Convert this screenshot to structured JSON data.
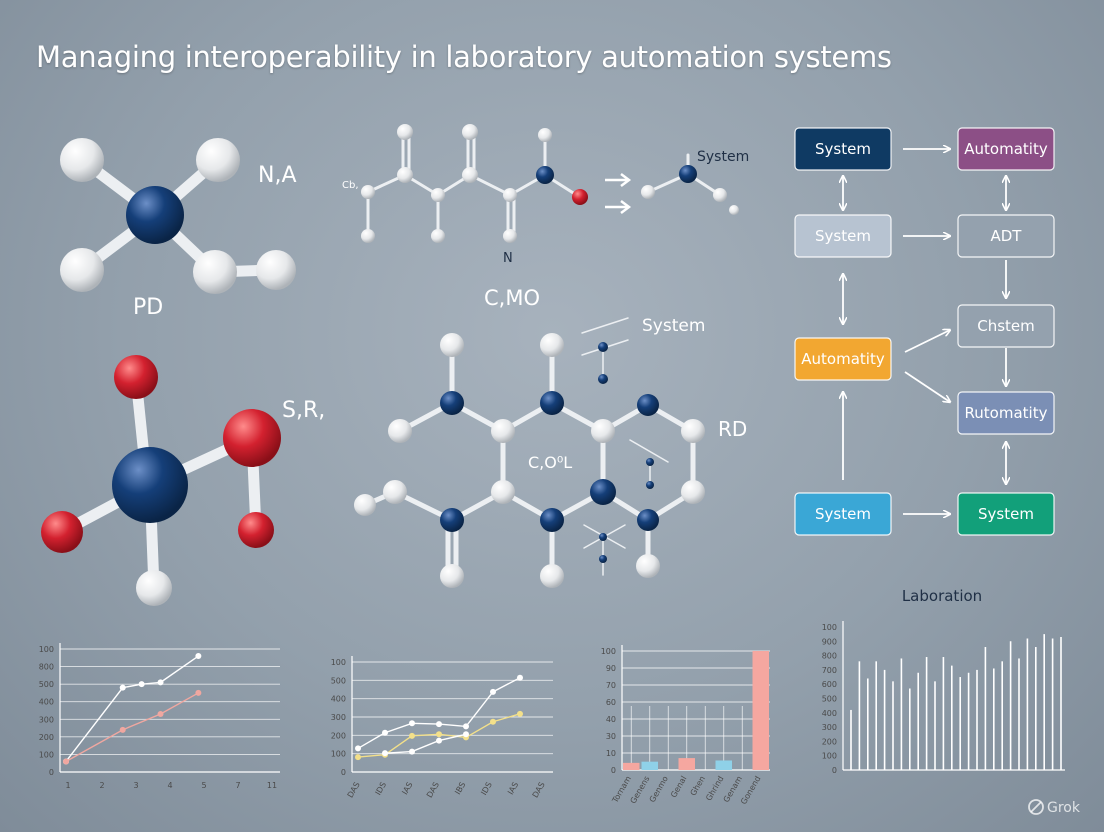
{
  "title": "Managing interoperability in laboratory automation systems",
  "molecule_labels": {
    "top_left_formula": "N,A",
    "top_left_sub": "PD",
    "top_center_left": "Cb,",
    "top_center_n": "N",
    "top_center_system": "System",
    "mid_center": "C,MO",
    "mid_center_system": "System",
    "bottom_left_formula": "S,R,",
    "hex_center": "C,O⁰L",
    "hex_right": "RD"
  },
  "flowchart": {
    "nodes": [
      {
        "id": "n1",
        "label": "System",
        "fill": "#0f3a63",
        "text": "#ffffff"
      },
      {
        "id": "n2",
        "label": "Automatity",
        "fill": "#8c4f86",
        "text": "#ffffff"
      },
      {
        "id": "n3",
        "label": "System",
        "fill": "#b7c3d1",
        "text": "#ffffff"
      },
      {
        "id": "n4",
        "label": "ADT",
        "fill": "#94a1ae",
        "text": "#ffffff"
      },
      {
        "id": "n5",
        "label": "Chstem",
        "fill": "#94a1ae",
        "text": "#ffffff"
      },
      {
        "id": "n6",
        "label": "Automatity",
        "fill": "#f2a731",
        "text": "#ffffff"
      },
      {
        "id": "n7",
        "label": "Rutomatity",
        "fill": "#7b8fb5",
        "text": "#ffffff"
      },
      {
        "id": "n8",
        "label": "System",
        "fill": "#3aa7d6",
        "text": "#ffffff"
      },
      {
        "id": "n9",
        "label": "System",
        "fill": "#12a07a",
        "text": "#ffffff"
      }
    ]
  },
  "chart_data": [
    {
      "type": "line",
      "y_ticks": [
        "100",
        "800",
        "500",
        "400",
        "300",
        "200",
        "100",
        "0"
      ],
      "x_ticks": [
        "1",
        "2",
        "3",
        "4",
        "5",
        "7",
        "11"
      ],
      "series": [
        {
          "color": "#ffffff",
          "points": [
            [
              0,
              60
            ],
            [
              3,
              480
            ],
            [
              4,
              500
            ],
            [
              5,
              510
            ],
            [
              7,
              660
            ]
          ]
        },
        {
          "color": "#f0a7a0",
          "points": [
            [
              0,
              60
            ],
            [
              3,
              240
            ],
            [
              5,
              330
            ],
            [
              7,
              450
            ]
          ]
        }
      ]
    },
    {
      "type": "line",
      "y_ticks": [
        "100",
        "500",
        "400",
        "300",
        "200",
        "100",
        "0"
      ],
      "x_ticks": [
        "DAS",
        "IDS",
        "IAS",
        "DAS",
        "IBS",
        "IDS",
        "IAS",
        "DAS"
      ],
      "series": [
        {
          "color": "#ffffff",
          "points": [
            [
              0,
              150
            ],
            [
              1,
              250
            ],
            [
              2,
              310
            ],
            [
              3,
              305
            ],
            [
              4,
              290
            ],
            [
              5,
              510
            ],
            [
              6,
              600
            ]
          ]
        },
        {
          "color": "#f3e08a",
          "points": [
            [
              0,
              95
            ],
            [
              1,
              110
            ],
            [
              2,
              230
            ],
            [
              3,
              240
            ],
            [
              4,
              220
            ],
            [
              5,
              320
            ],
            [
              6,
              370
            ]
          ]
        },
        {
          "color": "#ffffff",
          "points": [
            [
              1,
              120
            ],
            [
              2,
              130
            ],
            [
              3,
              200
            ],
            [
              4,
              240
            ]
          ]
        }
      ]
    },
    {
      "type": "bar",
      "y_ticks": [
        "100",
        "90",
        "70",
        "60",
        "40",
        "30",
        "10",
        "0"
      ],
      "categories": [
        "Tornam",
        "Genens",
        "Genmo",
        "Genal",
        "Ghen",
        "Ghrind",
        "Genam",
        "Gonend"
      ],
      "series": [
        {
          "color": "#f5a7a0",
          "values": [
            6,
            0,
            0,
            10,
            0,
            0,
            0,
            100
          ]
        },
        {
          "color": "#8fd1e8",
          "values": [
            0,
            7,
            0,
            0,
            0,
            8,
            0,
            0
          ]
        }
      ]
    },
    {
      "type": "bar",
      "title": "Laboration",
      "y_ticks": [
        "100",
        "900",
        "800",
        "700",
        "600",
        "500",
        "400",
        "300",
        "200",
        "100",
        "0"
      ],
      "values": [
        420,
        760,
        640,
        760,
        700,
        620,
        780,
        570,
        680,
        790,
        620,
        790,
        730,
        650,
        680,
        700,
        860,
        710,
        760,
        900,
        780,
        920,
        860,
        950,
        920,
        930
      ]
    }
  ],
  "watermark": "Grok"
}
